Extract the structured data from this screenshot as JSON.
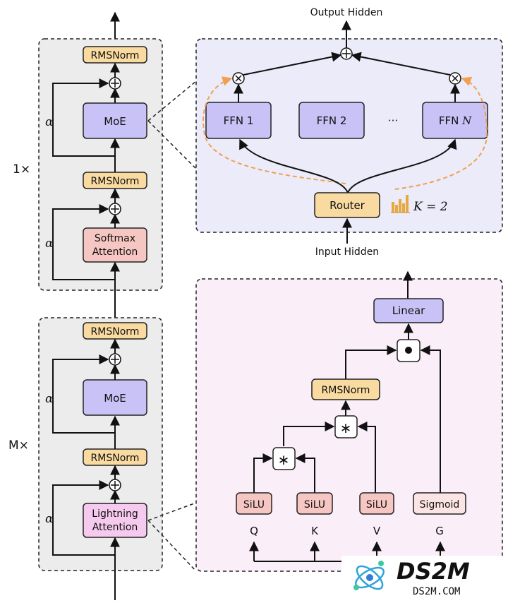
{
  "left_stack": {
    "block1_multiplier": "1×",
    "block2_multiplier": "M×",
    "rmsnorm": "RMSNorm",
    "moe": "MoE",
    "softmax_attention": "Softmax\nAttention",
    "lightning_attention": "Lightning\nAttention",
    "alpha": "α"
  },
  "moe_detail": {
    "output": "Output Hidden",
    "input": "Input Hidden",
    "router": "Router",
    "ffn1": "FFN 1",
    "ffn2": "FFN 2",
    "ffn_dots": "···",
    "ffnN_prefix": "FFN ",
    "ffnN_var": "N",
    "k_label": "K = 2"
  },
  "lightning_detail": {
    "linear": "Linear",
    "rmsnorm": "RMSNorm",
    "silu": "SiLU",
    "sigmoid": "Sigmoid",
    "q": "Q",
    "k": "K",
    "v": "V",
    "g": "G",
    "star": "∗"
  },
  "watermark": {
    "brand": "DS2M",
    "site": "DS2M.COM"
  },
  "colors": {
    "panel_gray": "#ececec",
    "panel_purple": "#ecebfa",
    "panel_pink": "#faeef8",
    "box_purple": "#c9c2f6",
    "box_orange": "#f9dba1",
    "box_red": "#f6c6c2",
    "box_pink": "#f6c9ee",
    "dashed_orange": "#f0a050"
  }
}
